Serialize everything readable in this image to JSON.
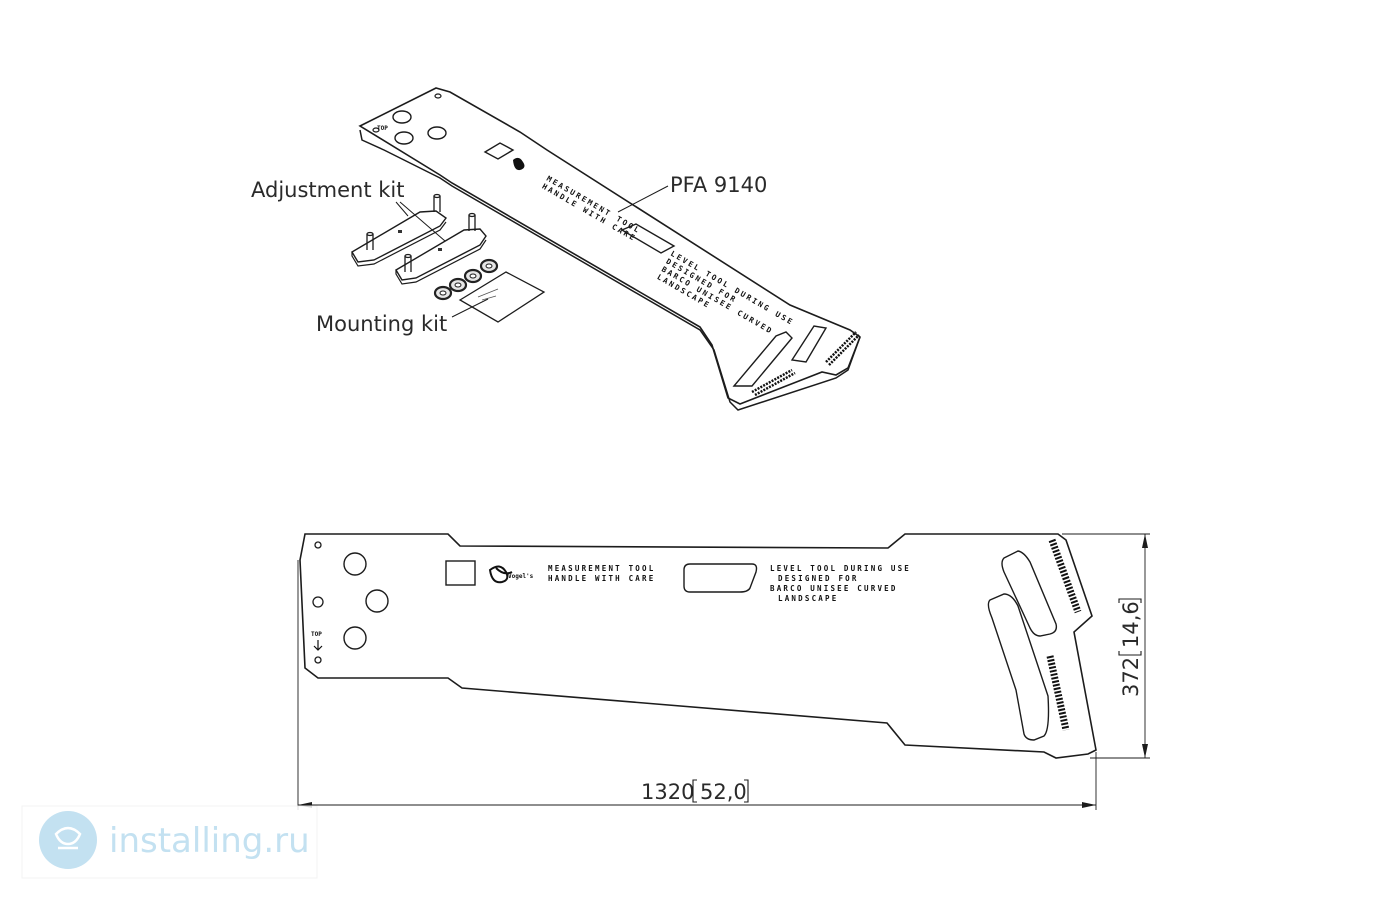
{
  "labels": {
    "adjustment_kit": "Adjustment kit",
    "mounting_kit": "Mounting kit",
    "model": "PFA 9140"
  },
  "engraving": {
    "line1": "MEASUREMENT TOOL",
    "line2": "HANDLE WITH CARE",
    "level1": "LEVEL TOOL DURING USE",
    "level2": "DESIGNED FOR",
    "level3": "BARCO UNISEE CURVED",
    "level4": "LANDSCAPE",
    "brand": "Vogel's",
    "side": "TOP"
  },
  "dimensions": {
    "width": "1320",
    "width_in": "52,0",
    "height": "372",
    "height_in": "14,6"
  },
  "watermark": {
    "text": "installing.ru",
    "color": "#b9dcef"
  }
}
